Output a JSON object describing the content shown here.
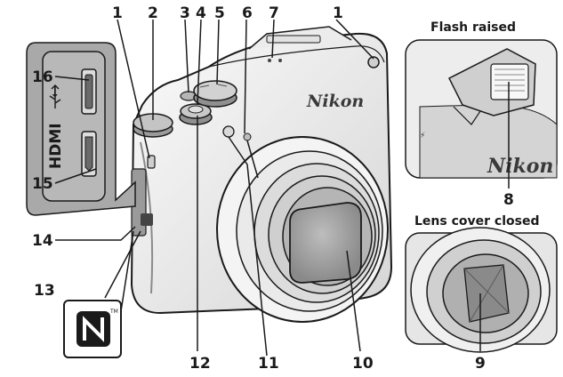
{
  "brand_text": "Nikon",
  "insets": {
    "flash": {
      "caption": "Flash raised"
    },
    "lens": {
      "caption": "Lens cover closed"
    }
  },
  "callouts": {
    "c1a": "1",
    "c2": "2",
    "c3": "3",
    "c4": "4",
    "c5": "5",
    "c6": "6",
    "c7": "7",
    "c1b": "1",
    "c8": "8",
    "c9": "9",
    "c10": "10",
    "c11": "11",
    "c12": "12",
    "c13": "13",
    "c14": "14",
    "c15": "15",
    "c16": "16"
  },
  "port_labels": {
    "hdmi": "HDMI"
  },
  "nfc_mark": {
    "trademark": "TM"
  },
  "colors": {
    "line": "#1a1a1a",
    "grey_panel": "#a9a9a9",
    "camera_light": "#f2f2f2",
    "camera_mid": "#cfcfcf",
    "camera_dark": "#7a7a7a",
    "lens_glass": "#9a9a9a"
  }
}
